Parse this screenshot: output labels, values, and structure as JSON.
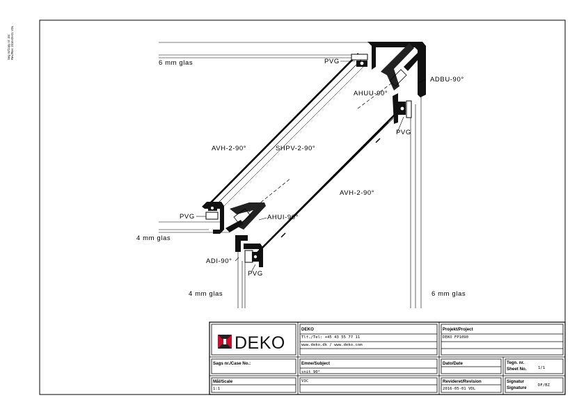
{
  "side_note": [
    "Seg nr/Copy nr: 3/4",
    "Rev/Rev: 2016-05-01 VDL"
  ],
  "labels": {
    "glass_top": "6 mm glas",
    "pvc_top": "PVG",
    "adbu": "ADBU-90°",
    "ahuu": "AHUU-90°",
    "pvc_right": "PVG",
    "avh_upper": "AVH-2-90°",
    "shpv": "SHPV-2-90°",
    "avh_lower": "AVH-2-90°",
    "pvc_left": "PVG",
    "ahui": "AHUI-90°",
    "glass_left": "4 mm glas",
    "adi": "ADI-90°",
    "pvc_bottom": "PVG",
    "glass_bottom_left": "4 mm glas",
    "glass_bottom_right": "6 mm glas"
  },
  "title_block": {
    "logo_text": "DEKO",
    "company_name": "DEKO",
    "company_phone": "Tlf./Tel: +45 43 55 77 11",
    "company_web": "www.deko.dk / www.deko.com",
    "project_header": "Projekt/Project",
    "project_value": "DEKO FP1090",
    "case_header": "Sags nr./Case No.:",
    "case_value": "",
    "subject_header": "Emne/Subject",
    "subject_value": "snit 90°",
    "subject_value2": "V3C",
    "date_header": "Dato/Date",
    "date_value": "",
    "drawing_header": "Tegn. nr.",
    "sheet_header": "Sheet No.",
    "sheet_value": "1/1",
    "scale_header": "Mål/Scale",
    "scale_value": "1:1",
    "revision_header": "Revideret/Revision",
    "revision_value": "2016-05-01 VDL",
    "signature_header1": "Signatur",
    "signature_header2": "Signature",
    "signature_value": "DF/BZ"
  },
  "colors": {
    "ink": "#000000",
    "logo_red": "#c8102e",
    "logo_dark": "#222222"
  }
}
